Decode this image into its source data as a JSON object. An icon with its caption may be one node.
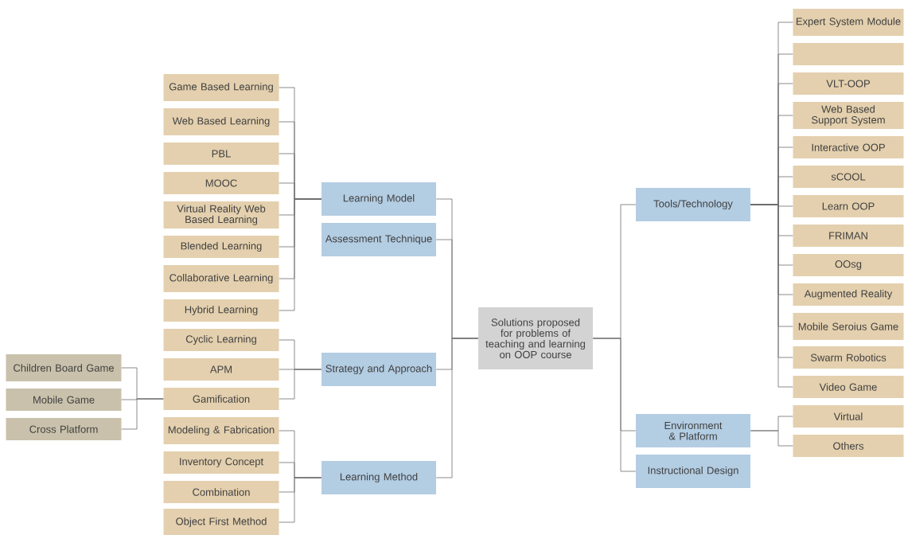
{
  "diagram": {
    "nodes": [
      {
        "text": [
          "Game Based Learning"
        ]
      },
      {
        "text": [
          "Web Based Learning"
        ]
      },
      {
        "text": [
          "PBL"
        ]
      },
      {
        "text": [
          "MOOC"
        ]
      },
      {
        "text": [
          "Virtual Reality Web Based Learning"
        ]
      },
      {
        "text": [
          "Blended Learning"
        ]
      },
      {
        "text": [
          "Collaborative Learning"
        ]
      },
      {
        "text": [
          "Hybrid Learning"
        ]
      },
      {
        "text": [
          "Cyclic Learning"
        ]
      },
      {
        "text": [
          "APM"
        ]
      },
      {
        "text": [
          "Gamification"
        ]
      },
      {
        "text": [
          "Modeling & Fabrication"
        ]
      },
      {
        "text": [
          "Inventory Concept"
        ]
      },
      {
        "text": [
          "Combination"
        ]
      },
      {
        "text": [
          "Object First Method"
        ]
      },
      {
        "text": [
          "Children Board Game"
        ]
      },
      {
        "text": [
          "Mobile Game"
        ]
      },
      {
        "text": [
          "Cross Platform"
        ]
      },
      {
        "text": [
          "Learning Model"
        ]
      },
      {
        "text": [
          "Assessment Technique"
        ]
      },
      {
        "text": [
          "Strategy and Approach"
        ]
      },
      {
        "text": [
          "Learning Method"
        ]
      },
      {
        "text": [
          "Solutions proposed for problems of teaching and learning on OOP course"
        ]
      },
      {
        "text": [
          "Tools/Technology"
        ]
      },
      {
        "text": [
          "Environment & Platform"
        ]
      },
      {
        "text": [
          "Instructional Design"
        ]
      },
      {
        "text": [
          "Expert System Module"
        ]
      },
      {
        "text": [],
        "shape": "box"
      },
      {
        "text": [
          "VLT-OOP"
        ]
      },
      {
        "text": [
          "Web Based Support System"
        ]
      },
      {
        "text": [
          "Interactive OOP"
        ]
      },
      {
        "text": [
          "sCOOL"
        ]
      },
      {
        "text": [
          "Learn OOP"
        ]
      },
      {
        "text": [
          "FRIMAN"
        ]
      },
      {
        "text": [
          "OOsg"
        ]
      },
      {
        "text": [
          "Augmented Reality"
        ]
      },
      {
        "text": [
          "Mobile Seroius Game"
        ]
      },
      {
        "text": [
          "Swarm Robotics"
        ]
      },
      {
        "text": [
          "Video Game"
        ]
      },
      {
        "text": [
          "Virtual"
        ]
      },
      {
        "text": [
          "Others"
        ]
      }
    ],
    "edges": [
      {
        "from": 22,
        "to": 18,
        "arrow": "none"
      },
      {
        "from": 22,
        "to": 19,
        "arrow": "none"
      },
      {
        "from": 22,
        "to": 20,
        "arrow": "none"
      },
      {
        "from": 22,
        "to": 21,
        "arrow": "none"
      },
      {
        "from": 22,
        "to": 23,
        "arrow": "none"
      },
      {
        "from": 22,
        "to": 24,
        "arrow": "none"
      },
      {
        "from": 22,
        "to": 25,
        "arrow": "none"
      },
      {
        "from": 18,
        "to": 0,
        "arrow": "none"
      },
      {
        "from": 18,
        "to": 1,
        "arrow": "none"
      },
      {
        "from": 18,
        "to": 2,
        "arrow": "none"
      },
      {
        "from": 18,
        "to": 3,
        "arrow": "none"
      },
      {
        "from": 18,
        "to": 4,
        "arrow": "none"
      },
      {
        "from": 18,
        "to": 5,
        "arrow": "none"
      },
      {
        "from": 18,
        "to": 6,
        "arrow": "none"
      },
      {
        "from": 18,
        "to": 7,
        "arrow": "none"
      },
      {
        "from": 20,
        "to": 8,
        "arrow": "none"
      },
      {
        "from": 20,
        "to": 9,
        "arrow": "none"
      },
      {
        "from": 20,
        "to": 10,
        "arrow": "none"
      },
      {
        "from": 21,
        "to": 11,
        "arrow": "none"
      },
      {
        "from": 21,
        "to": 12,
        "arrow": "none"
      },
      {
        "from": 21,
        "to": 13,
        "arrow": "none"
      },
      {
        "from": 21,
        "to": 14,
        "arrow": "none"
      },
      {
        "from": 10,
        "to": 15,
        "arrow": "none"
      },
      {
        "from": 10,
        "to": 16,
        "arrow": "none"
      },
      {
        "from": 10,
        "to": 17,
        "arrow": "none"
      },
      {
        "from": 23,
        "to": 26,
        "arrow": "none"
      },
      {
        "from": 23,
        "to": 27,
        "arrow": "none"
      },
      {
        "from": 23,
        "to": 28,
        "arrow": "none"
      },
      {
        "from": 23,
        "to": 29,
        "arrow": "none"
      },
      {
        "from": 23,
        "to": 30,
        "arrow": "none"
      },
      {
        "from": 23,
        "to": 31,
        "arrow": "none"
      },
      {
        "from": 23,
        "to": 32,
        "arrow": "none"
      },
      {
        "from": 23,
        "to": 33,
        "arrow": "none"
      },
      {
        "from": 23,
        "to": 34,
        "arrow": "none"
      },
      {
        "from": 23,
        "to": 35,
        "arrow": "none"
      },
      {
        "from": 23,
        "to": 36,
        "arrow": "none"
      },
      {
        "from": 23,
        "to": 37,
        "arrow": "none"
      },
      {
        "from": 23,
        "to": 38,
        "arrow": "none"
      },
      {
        "from": 24,
        "to": 39,
        "arrow": "none"
      },
      {
        "from": 24,
        "to": 40,
        "arrow": "none"
      }
    ]
  }
}
